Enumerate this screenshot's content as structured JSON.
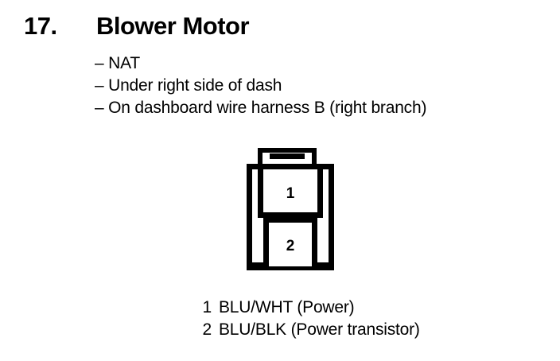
{
  "header": {
    "item_number": "17.",
    "title": "Blower Motor"
  },
  "notes": [
    {
      "dash": "–",
      "text": "NAT",
      "full": "– NAT"
    },
    {
      "dash": "–",
      "text": "Under right side of dash",
      "full": "– Under right side of dash"
    },
    {
      "dash": "–",
      "text": "On dashboard wire harness B (right branch)",
      "full": "– On dashboard wire harness B (right branch)"
    }
  ],
  "connector": {
    "cavities": [
      {
        "number": "1"
      },
      {
        "number": "2"
      }
    ],
    "outline_color": "#000000",
    "fill_color": "#ffffff"
  },
  "pin_legend": [
    {
      "pin": "1",
      "description": "BLU/WHT (Power)"
    },
    {
      "pin": "2",
      "description": "BLU/BLK (Power transistor)"
    }
  ]
}
